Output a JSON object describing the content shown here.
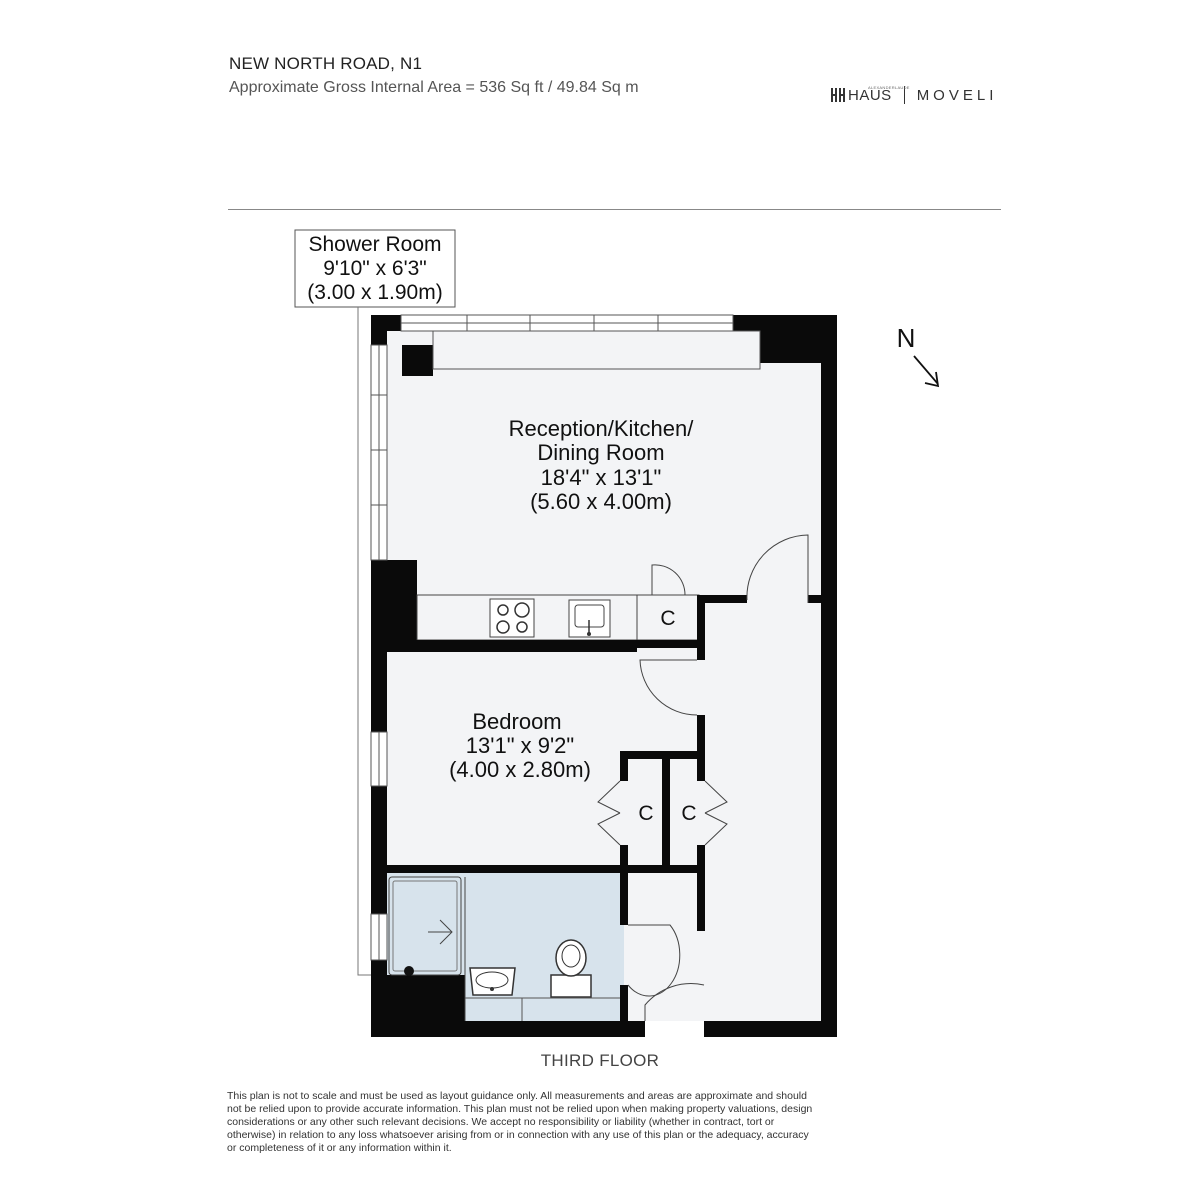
{
  "header": {
    "title": "NEW NORTH ROAD, N1",
    "subtitle": "Approximate Gross Internal Area = 536 Sq ft / 49.84 Sq m"
  },
  "brand": {
    "haus_small": "ALEXANDERLAUDE",
    "haus": "HAUS",
    "moveli": "MOVELI"
  },
  "compass": {
    "label": "N"
  },
  "rooms": {
    "shower": {
      "name": "Shower Room",
      "imperial": "9'10\" x 6'3\"",
      "metric": "(3.00 x 1.90m)"
    },
    "reception": {
      "name1": "Reception/Kitchen/",
      "name2": "Dining Room",
      "imperial": "18'4\" x 13'1\"",
      "metric": "(5.60 x 4.00m)"
    },
    "bedroom": {
      "name": "Bedroom",
      "imperial": "13'1\" x 9'2\"",
      "metric": "(4.00 x 2.80m)"
    }
  },
  "cupboards": {
    "kitchen": "C",
    "bedroom_left": "C",
    "bedroom_right": "C"
  },
  "floor": {
    "label": "THIRD FLOOR"
  },
  "disclaimer": "This plan is not to scale and must be used as layout guidance only. All measurements and areas are approximate and should not be relied upon to provide accurate information. This plan must not be relied upon when making property valuations, design considerations or any other such relevant decisions. We accept no responsibility or liability (whether in contract, tort or otherwise) in relation to any loss whatsoever arising from or in connection with any use of this plan or the adequacy, accuracy or completeness of it or any information within it.",
  "colors": {
    "wall": "#0a0a0a",
    "floor": "#f3f4f6",
    "bathroom": "#d7e3ec",
    "line": "#333333"
  }
}
